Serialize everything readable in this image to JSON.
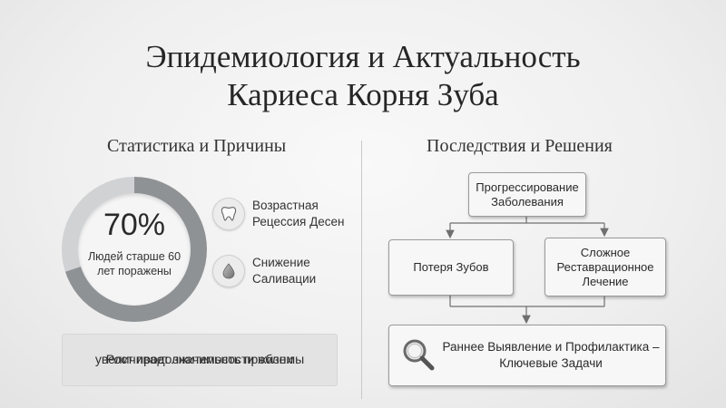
{
  "title": {
    "line1": "Эпидемиология и Актуальность",
    "line2": "Кариеса Корня Зуба"
  },
  "left": {
    "heading": "Статистика и Причины",
    "stat": {
      "value": "70%",
      "label_line1": "Людей старше 60",
      "label_line2": "лет поражены",
      "fraction": 0.7
    },
    "causes": [
      {
        "line1": "Возрастная",
        "line2": "Рецессия Десен",
        "icon": "tooth-icon"
      },
      {
        "line1": "Снижение",
        "line2": "Саливации",
        "icon": "drop-icon"
      }
    ],
    "banner": {
      "line1": "Рост продолжительности жизни",
      "line2": "увеличивает значимость проблемы"
    }
  },
  "right": {
    "heading": "Последствия и Решения",
    "boxes": {
      "top": {
        "line1": "Прогрессирование",
        "line2": "Заболевания"
      },
      "left": {
        "line1": "Потеря Зубов"
      },
      "right": {
        "line1": "Сложное",
        "line2": "Реставрационное",
        "line3": "Лечение"
      },
      "bottom": {
        "line1": "Раннее Выявление и Профилактика –",
        "line2": "Ключевые Задачи",
        "icon": "magnifier-icon"
      }
    }
  },
  "colors": {
    "ring_filled": "#8f9294",
    "ring_empty": "#d0d2d4",
    "background": "#f2f2f2"
  }
}
